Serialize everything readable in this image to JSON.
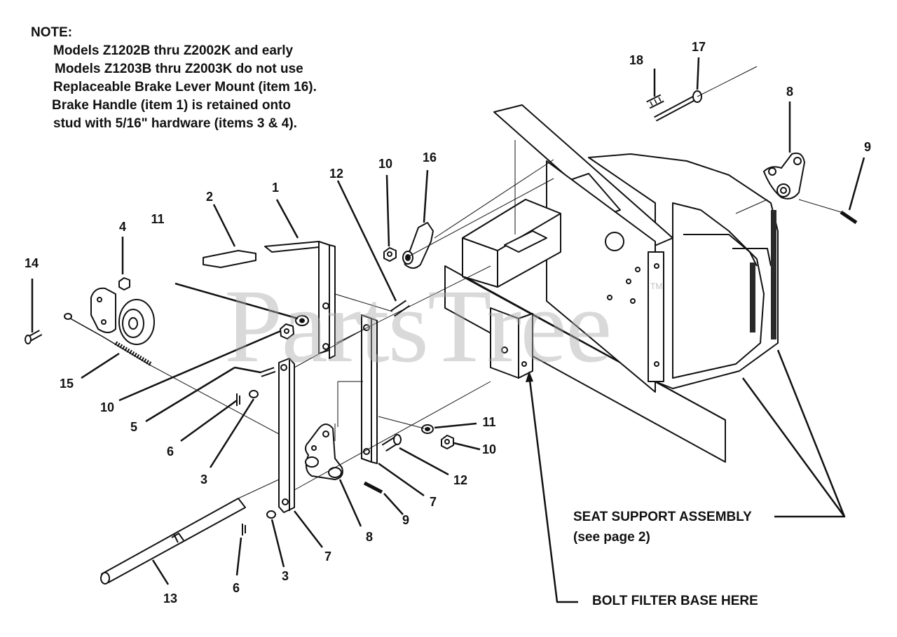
{
  "note": {
    "heading": "NOTE:",
    "lines": [
      "Models Z1202B thru Z2002K and early",
      "Models Z1203B thru Z2003K do not use",
      "Replaceable Brake Lever Mount (item 16).",
      "Brake Handle (item 1) is retained onto",
      "stud with 5/16\" hardware (items 3 & 4)."
    ]
  },
  "labels": {
    "seat_support": "SEAT SUPPORT ASSEMBLY",
    "see_page": "(see page 2)",
    "bolt_filter": "BOLT FILTER BASE HERE"
  },
  "watermark": {
    "text": "PartsTree",
    "tm": "TM"
  },
  "callouts": [
    "18",
    "17",
    "8",
    "9",
    "10",
    "16",
    "12",
    "1",
    "2",
    "11",
    "4",
    "14",
    "15",
    "10",
    "5",
    "6",
    "3",
    "11",
    "10",
    "12",
    "7",
    "9",
    "8",
    "7",
    "3",
    "6",
    "13"
  ],
  "colors": {
    "ink": "#111111",
    "shade": "#2a2a2a",
    "watermark": "#aaaaaa"
  }
}
